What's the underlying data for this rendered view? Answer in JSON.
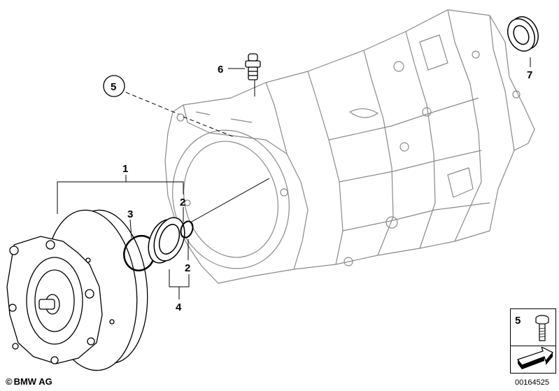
{
  "callouts": {
    "one": "1",
    "two_upper": "2",
    "two_lower": "2",
    "three": "3",
    "four": "4",
    "five_circle": "5",
    "six": "6",
    "seven": "7"
  },
  "inset": {
    "label": "5"
  },
  "footer": {
    "copyright": "BMW AG",
    "doc_number": "00164525"
  },
  "colors": {
    "line": "#000000",
    "housing_line": "#8a8a8a",
    "background": "#ffffff"
  },
  "icons": {
    "copyright": "copyright-icon",
    "direction": "arrow-icon"
  }
}
